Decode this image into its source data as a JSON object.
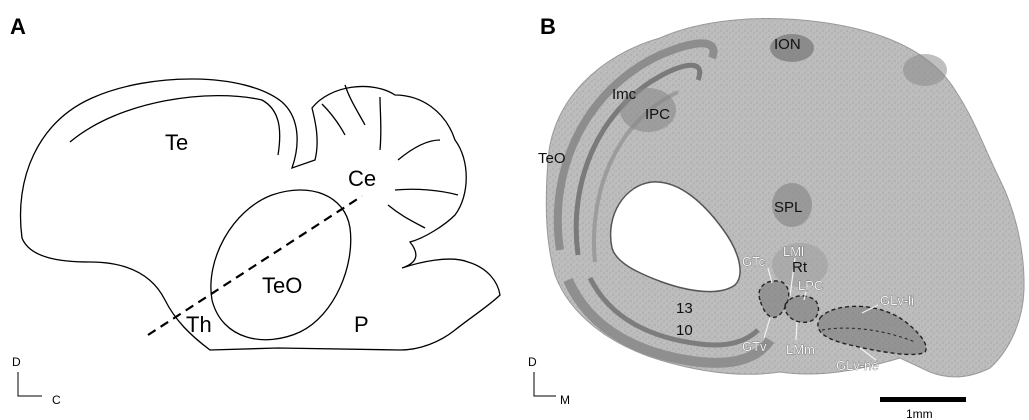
{
  "panel_a": {
    "letter": "A",
    "labels": {
      "te": "Te",
      "ce": "Ce",
      "teo": "TeO",
      "th": "Th",
      "p": "P"
    },
    "orientation": {
      "vertical": "D",
      "horizontal": "C"
    }
  },
  "panel_b": {
    "letter": "B",
    "labels": {
      "ion": "ION",
      "imc": "Imc",
      "ipc": "IPC",
      "teo": "TeO",
      "spl": "SPL",
      "rt": "Rt",
      "gtc": "GTc",
      "lml": "LMl",
      "lpc": "LPC",
      "glv_li": "GLv-li",
      "layer_13": "13",
      "layer_10": "10",
      "gtv": "GTv",
      "lmm": "LMm",
      "glv_ne": "GLv-ne"
    },
    "orientation": {
      "vertical": "D",
      "horizontal": "M"
    },
    "scale_bar": "1mm"
  },
  "colors": {
    "line": "#000000",
    "tissue": "#b9b9b9",
    "tissue_dark": "#8a8a8a",
    "dashed_outline": "#222222",
    "light_label": "#f2f2f2"
  }
}
